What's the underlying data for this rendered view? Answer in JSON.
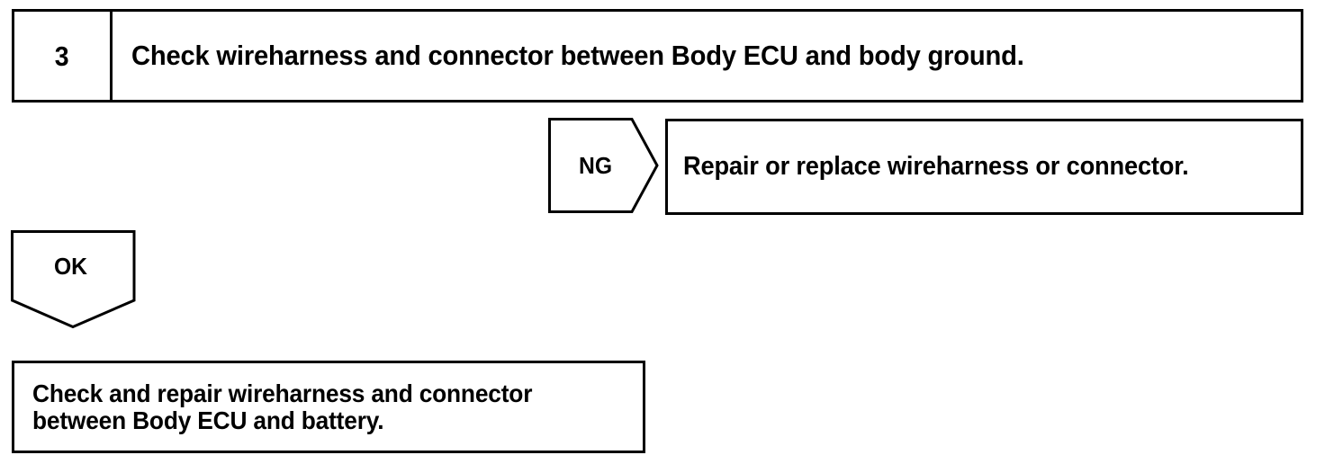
{
  "diagram": {
    "type": "troubleshooting-flowchart",
    "step": {
      "number": "3",
      "instruction": "Check wireharness and connector between Body ECU and body ground."
    },
    "branches": {
      "ng": {
        "label": "NG",
        "shape": "right-pointing-pentagon-arrow",
        "result": "Repair or replace wireharness or connector."
      },
      "ok": {
        "label": "OK",
        "shape": "down-pointing-pentagon-arrow",
        "result_line_1": "Check and repair wireharness and connector",
        "result_line_2": "between Body ECU and battery."
      }
    },
    "colors": {
      "ink": "#000000",
      "paper": "#ffffff"
    }
  }
}
